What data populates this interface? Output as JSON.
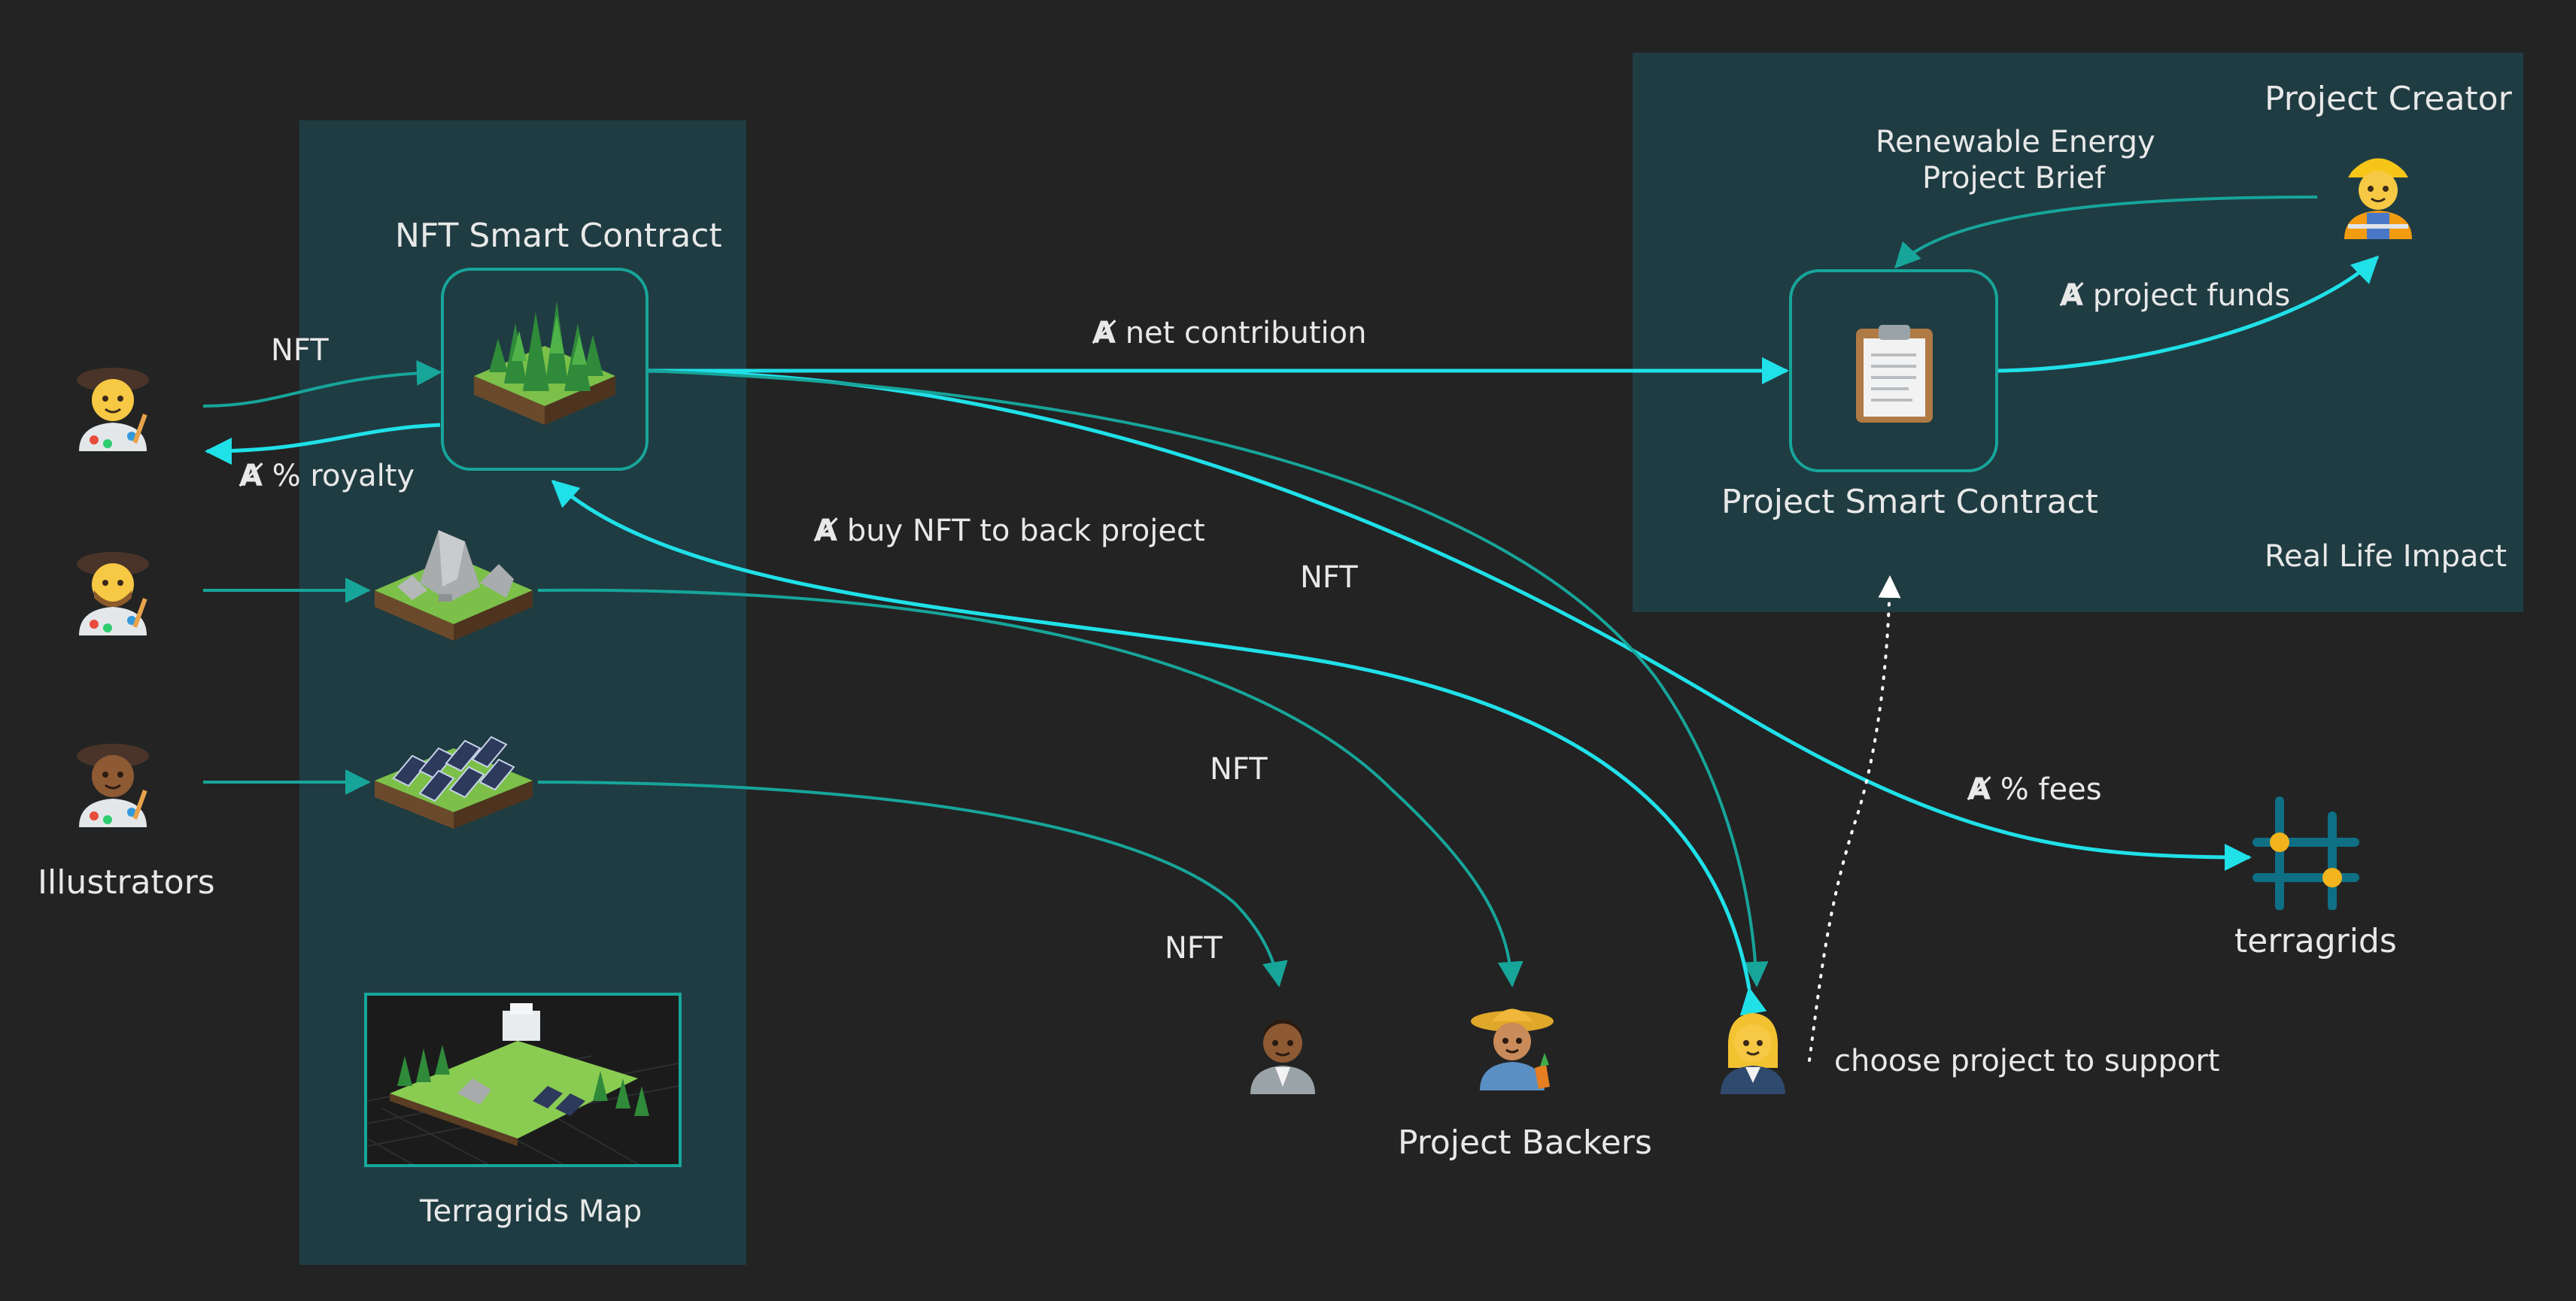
{
  "labels": {
    "nft_smart_contract": "NFT Smart Contract",
    "illustrators": "Illustrators",
    "terragrids_map": "Terragrids Map",
    "project_smart_contract": "Project Smart Contract",
    "project_creator": "Project Creator",
    "project_brief": [
      "Renewable Energy",
      "Project Brief"
    ],
    "real_life_impact": "Real Life Impact",
    "project_backers": "Project Backers",
    "terragrids": "terragrids",
    "choose_project": "choose project to support"
  },
  "edge_labels": {
    "nft_to_contract": "NFT",
    "royalty": "% royalty",
    "net_contribution": "net contribution",
    "project_funds": "project funds",
    "buy_nft": "buy NFT to back project",
    "nft_1": "NFT",
    "nft_2": "NFT",
    "nft_3": "NFT",
    "fees": "% fees"
  },
  "algo_symbol": "Ⱥ",
  "colors": {
    "background": "#232323",
    "panel": "#1f3c42",
    "arrow_teal": "#17a59a",
    "arrow_cyan": "#20e0e8",
    "terragrids_logo": "#0e6f85",
    "terragrids_dot": "#f2b41c"
  },
  "icons": {
    "illustrator": "artist-icon",
    "project_creator": "construction-worker-icon",
    "clipboard": "clipboard-icon",
    "backers": [
      "person-icon",
      "farmer-icon",
      "businesswoman-icon"
    ],
    "tiles": [
      "forest-tile-icon",
      "rocks-tile-icon",
      "solar-tile-icon"
    ],
    "map": "terragrids-map-icon",
    "logo": "terragrids-logo-icon"
  }
}
